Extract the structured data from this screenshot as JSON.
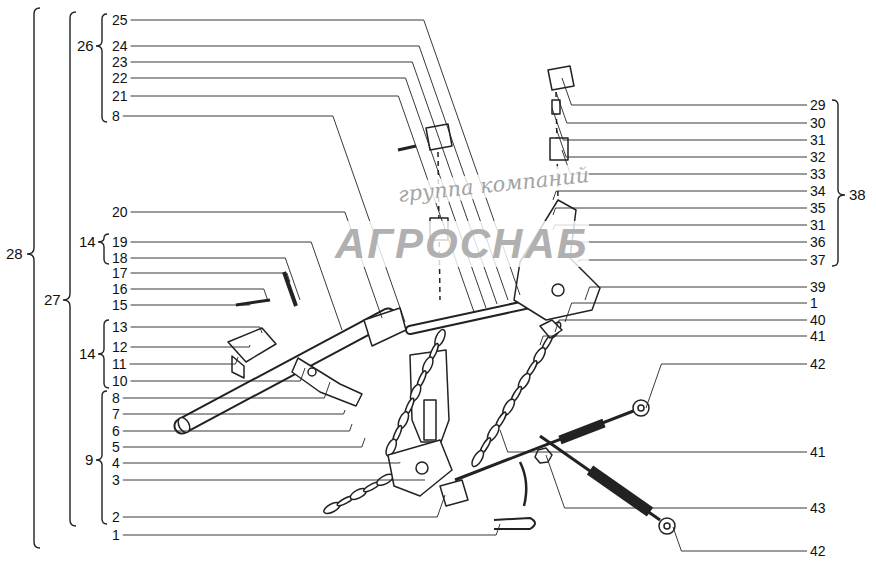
{
  "diagram": {
    "labels": [
      "25",
      "24",
      "23",
      "22",
      "21",
      "8",
      "20",
      "19",
      "18",
      "17",
      "16",
      "15",
      "13",
      "12",
      "11",
      "10",
      "8",
      "7",
      "6",
      "5",
      "4",
      "3",
      "2",
      "1",
      "26",
      "14",
      "14",
      "9",
      "27",
      "28",
      "29",
      "30",
      "31",
      "32",
      "33",
      "34",
      "35",
      "31",
      "36",
      "37",
      "38",
      "39",
      "1",
      "40",
      "41",
      "42",
      "41",
      "43",
      "42",
      "группа компаний",
      "АГРОСНАБ"
    ]
  }
}
